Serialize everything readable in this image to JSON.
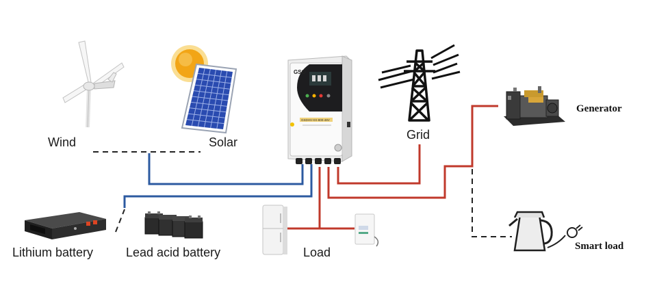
{
  "labels": {
    "wind": "Wind",
    "solar": "Solar",
    "grid": "Grid",
    "generator": "Generator",
    "lithium": "Lithium battery",
    "lead_acid": "Lead acid battery",
    "load": "Load",
    "smart_load": "Smart load"
  },
  "inverter": {
    "brand": "GSO",
    "model": "GSDHV-XX-800-48V"
  },
  "colors": {
    "dc_line": "#2c5aa0",
    "ac_line": "#c0392b",
    "signal_line": "#222222",
    "solar_panel": "#2a4bb0",
    "sun": "#f2a516"
  },
  "icons": [
    "wind-turbine-icon",
    "solar-panel-icon",
    "inverter-icon",
    "grid-tower-icon",
    "generator-icon",
    "lithium-battery-icon",
    "lead-acid-battery-icon",
    "fridge-icon",
    "wall-charger-icon",
    "kettle-icon"
  ]
}
